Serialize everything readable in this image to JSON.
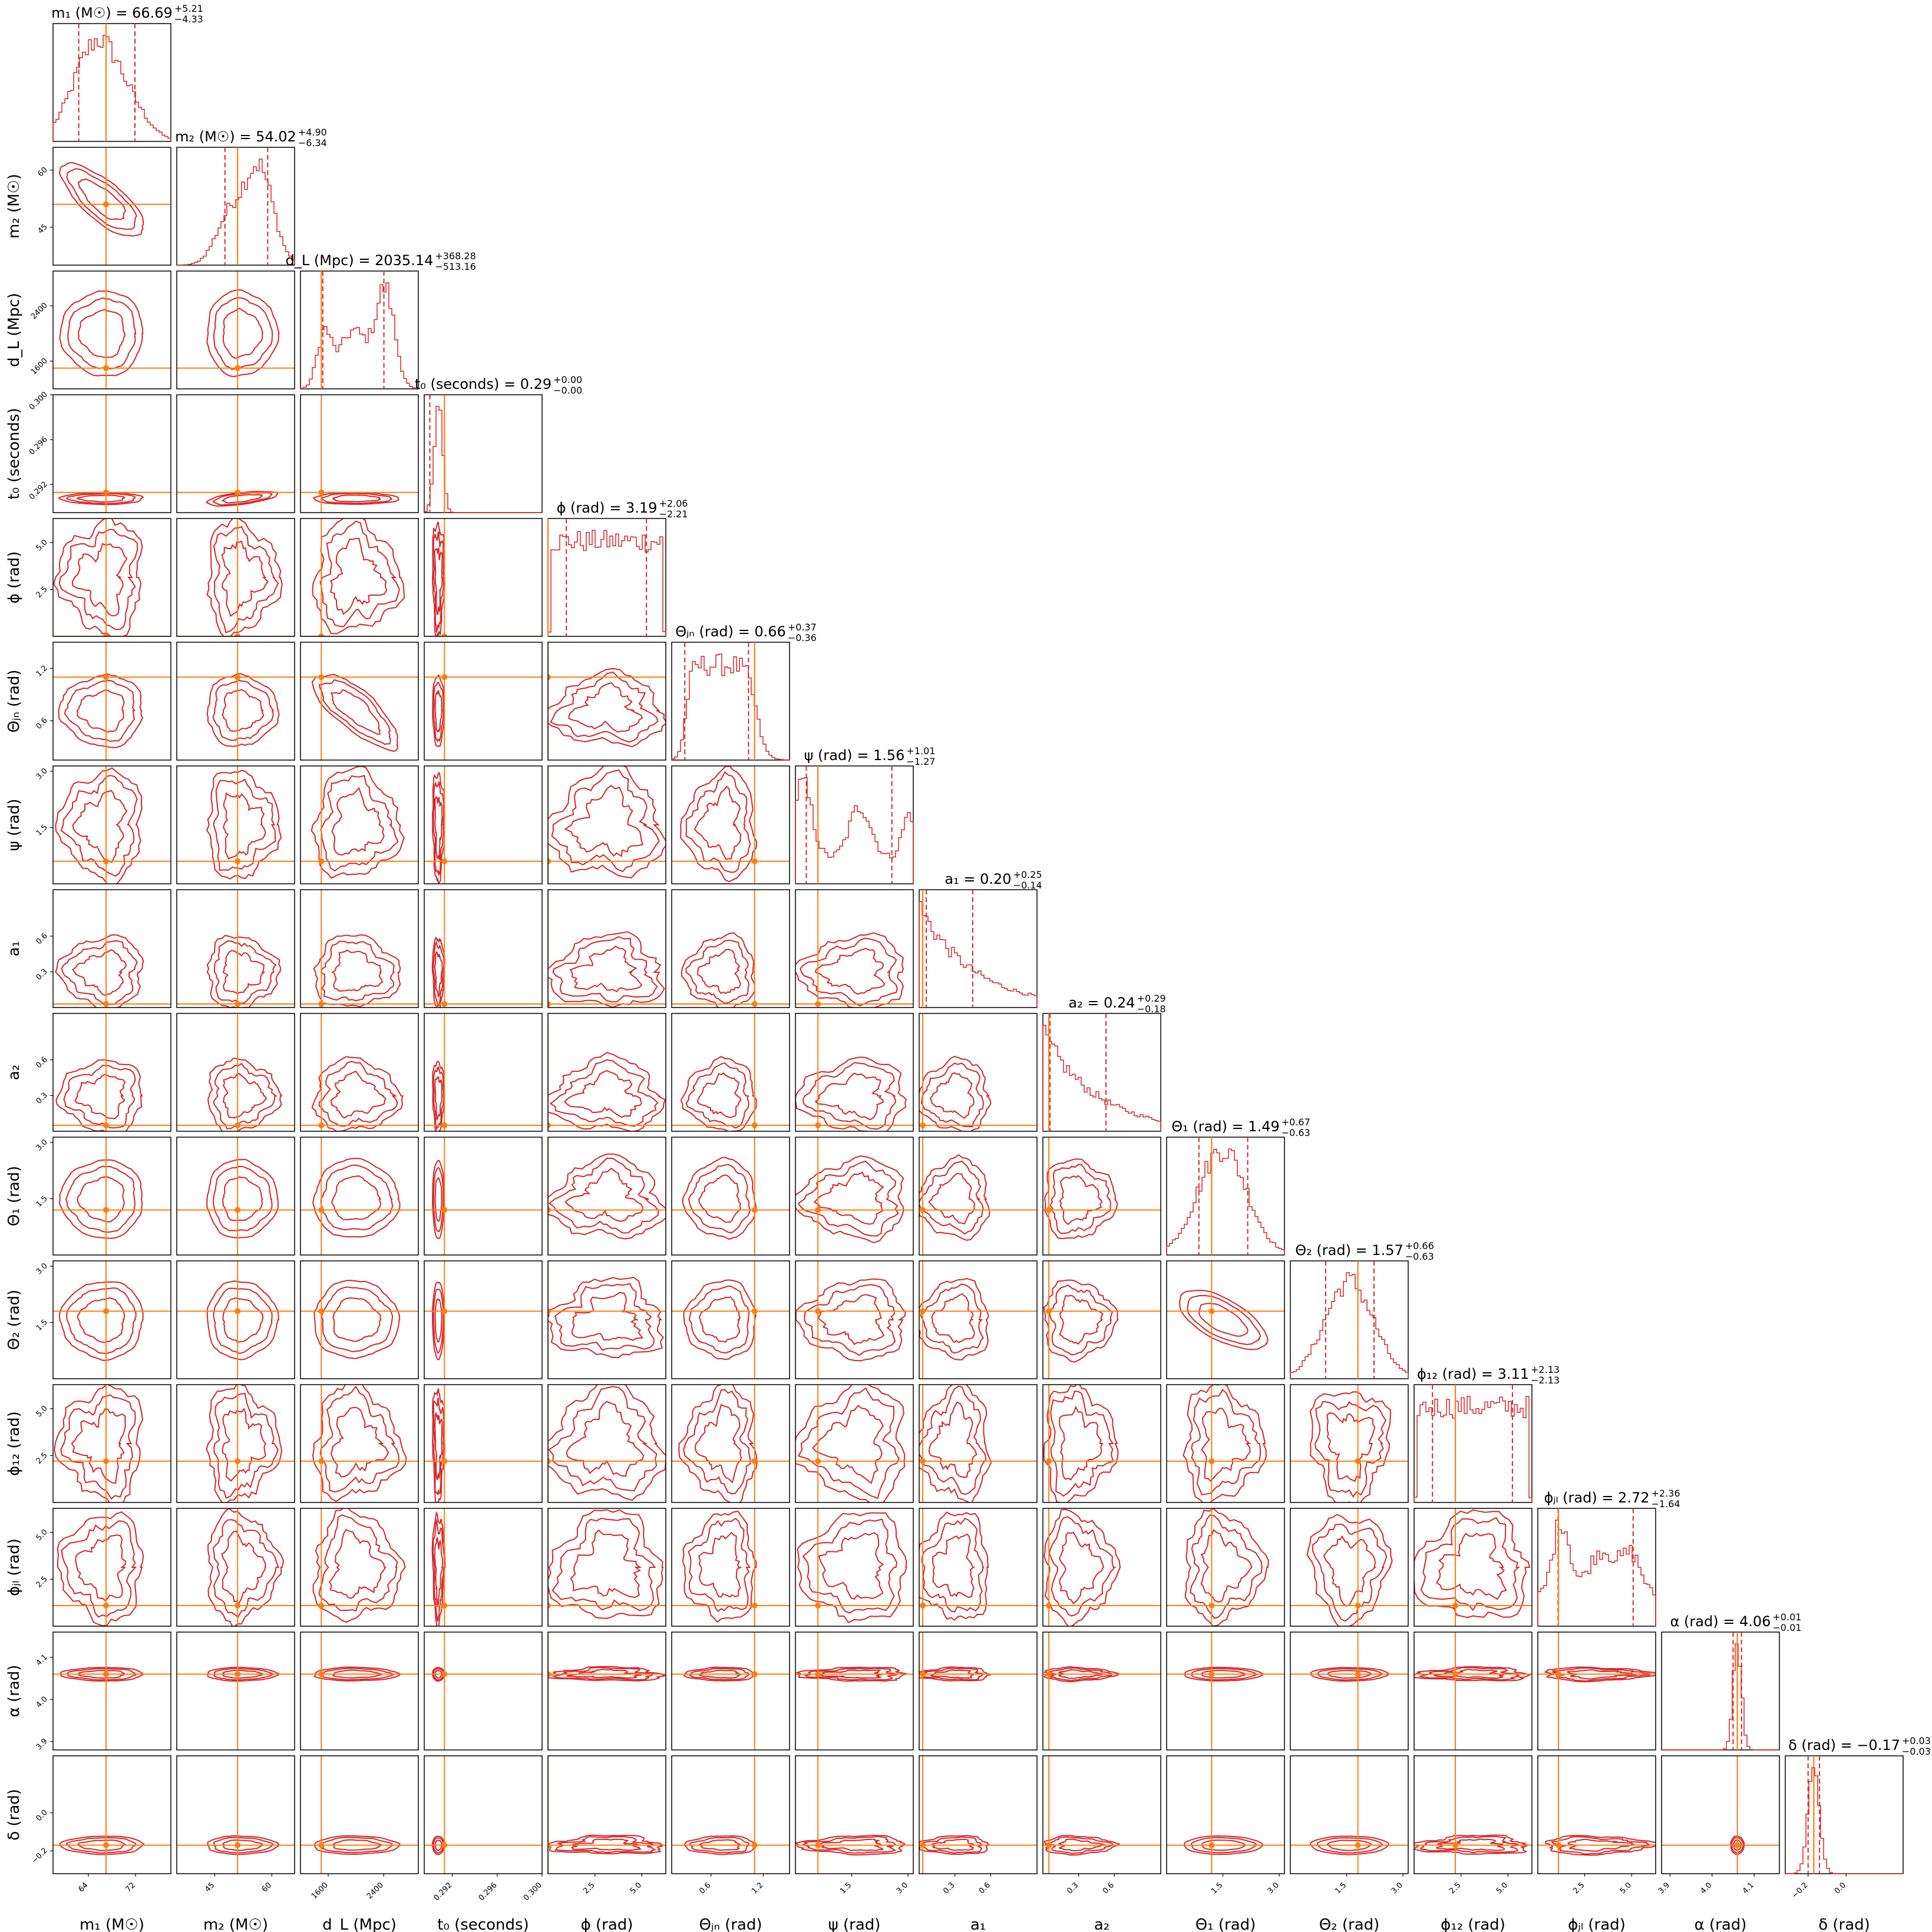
{
  "chart_data": {
    "type": "corner",
    "parameters": [
      {
        "key": "m1",
        "label": "m₁ (M☉)",
        "title": "m₁ (M☉) = 66.69",
        "median": 66.69,
        "err_plus": 5.21,
        "err_minus": 4.33,
        "range": [
          58,
          78
        ],
        "truth": 67.0,
        "ticks": [
          64,
          72
        ],
        "tick_labels": [
          "64",
          "72"
        ],
        "shape": "skew_left"
      },
      {
        "key": "m2",
        "label": "m₂ (M☉)",
        "title": "m₂ (M☉) = 54.02",
        "median": 54.02,
        "err_plus": 4.9,
        "err_minus": 6.34,
        "range": [
          35,
          66
        ],
        "truth": 51.0,
        "ticks": [
          45,
          60
        ],
        "tick_labels": [
          "45",
          "60"
        ],
        "shape": "skew_right"
      },
      {
        "key": "dL",
        "label": "d_L (Mpc)",
        "title": "d_L (Mpc) = 2035.14",
        "median": 2035.14,
        "err_plus": 368.28,
        "err_minus": 513.16,
        "range": [
          1200,
          2900
        ],
        "truth": 1500.0,
        "ticks": [
          1600,
          2400
        ],
        "tick_labels": [
          "1600",
          "2400"
        ],
        "shape": "bimodal_dl"
      },
      {
        "key": "t0",
        "label": "t₀ (seconds)",
        "title": "t₀ (seconds) = 0.29",
        "median": 0.29,
        "err_plus": 0.0,
        "err_minus": 0.0,
        "range": [
          0.2895,
          0.3
        ],
        "truth": 0.2913,
        "ticks": [
          0.292,
          0.296,
          0.3
        ],
        "tick_labels": [
          "0.292",
          "0.296",
          "0.300"
        ],
        "shape": "narrow"
      },
      {
        "key": "phi",
        "label": "ϕ (rad)",
        "title": "ϕ (rad) = 3.19",
        "median": 3.19,
        "err_plus": 2.06,
        "err_minus": 2.21,
        "range": [
          0,
          6.28
        ],
        "truth": 0.0,
        "ticks": [
          2.5,
          5.0
        ],
        "tick_labels": [
          "2.5",
          "5.0"
        ],
        "shape": "flat"
      },
      {
        "key": "thetajn",
        "label": "Θⱼₙ (rad)",
        "title": "Θⱼₙ (rad) = 0.66",
        "median": 0.66,
        "err_plus": 0.37,
        "err_minus": 0.36,
        "range": [
          0.15,
          1.5
        ],
        "truth": 1.1,
        "ticks": [
          0.6,
          1.2
        ],
        "tick_labels": [
          "0.6",
          "1.2"
        ],
        "shape": "plateau"
      },
      {
        "key": "psi",
        "label": "ψ (rad)",
        "title": "ψ (rad) = 1.56",
        "median": 1.56,
        "err_plus": 1.01,
        "err_minus": 1.27,
        "range": [
          0,
          3.14
        ],
        "truth": 0.6,
        "ticks": [
          1.5,
          3.0
        ],
        "tick_labels": [
          "1.5",
          "3.0"
        ],
        "shape": "bimodal_psi"
      },
      {
        "key": "a1",
        "label": "a₁",
        "title": "a₁ = 0.20",
        "median": 0.2,
        "err_plus": 0.25,
        "err_minus": 0.14,
        "range": [
          0,
          0.99
        ],
        "truth": 0.03,
        "ticks": [
          0.3,
          0.6
        ],
        "tick_labels": [
          "0.3",
          "0.6"
        ],
        "shape": "decay"
      },
      {
        "key": "a2",
        "label": "a₂",
        "title": "a₂ = 0.24",
        "median": 0.24,
        "err_plus": 0.29,
        "err_minus": 0.18,
        "range": [
          0,
          0.99
        ],
        "truth": 0.05,
        "ticks": [
          0.3,
          0.6
        ],
        "tick_labels": [
          "0.3",
          "0.6"
        ],
        "shape": "decay"
      },
      {
        "key": "theta1",
        "label": "Θ₁ (rad)",
        "title": "Θ₁ (rad) = 1.49",
        "median": 1.49,
        "err_plus": 0.67,
        "err_minus": 0.63,
        "range": [
          0,
          3.14
        ],
        "truth": 1.2,
        "ticks": [
          1.5,
          3.0
        ],
        "tick_labels": [
          "1.5",
          "3.0"
        ],
        "shape": "gauss"
      },
      {
        "key": "theta2",
        "label": "Θ₂ (rad)",
        "title": "Θ₂ (rad) = 1.57",
        "median": 1.57,
        "err_plus": 0.66,
        "err_minus": 0.63,
        "range": [
          0,
          3.14
        ],
        "truth": 1.8,
        "ticks": [
          1.5,
          3.0
        ],
        "tick_labels": [
          "1.5",
          "3.0"
        ],
        "shape": "gauss"
      },
      {
        "key": "phi12",
        "label": "ϕ₁₂ (rad)",
        "title": "ϕ₁₂ (rad) = 3.11",
        "median": 3.11,
        "err_plus": 2.13,
        "err_minus": 2.13,
        "range": [
          0,
          6.28
        ],
        "truth": 2.2,
        "ticks": [
          2.5,
          5.0
        ],
        "tick_labels": [
          "2.5",
          "5.0"
        ],
        "shape": "flat"
      },
      {
        "key": "phijl",
        "label": "ϕⱼₗ (rad)",
        "title": "ϕⱼₗ (rad) = 2.72",
        "median": 2.72,
        "err_plus": 2.36,
        "err_minus": 1.64,
        "range": [
          0,
          6.28
        ],
        "truth": 1.1,
        "ticks": [
          2.5,
          5.0
        ],
        "tick_labels": [
          "2.5",
          "5.0"
        ],
        "shape": "bimodal_phijl"
      },
      {
        "key": "alpha",
        "label": "α (rad)",
        "title": "α (rad) = 4.06",
        "median": 4.06,
        "err_plus": 0.01,
        "err_minus": 0.01,
        "range": [
          3.88,
          4.16
        ],
        "truth": 4.06,
        "ticks": [
          3.9,
          4.0,
          4.1
        ],
        "tick_labels": [
          "3.9",
          "4.0",
          "4.1"
        ],
        "shape": "gauss"
      },
      {
        "key": "delta",
        "label": "δ (rad)",
        "title": "δ (rad) = −0.17",
        "median": -0.17,
        "err_plus": 0.03,
        "err_minus": 0.03,
        "range": [
          -0.32,
          0.3
        ],
        "truth": -0.17,
        "ticks": [
          -0.2,
          0.0
        ],
        "tick_labels": [
          "−0.2",
          "0.0"
        ],
        "shape": "gauss"
      }
    ],
    "err_plus_labels": [
      "+5.21",
      "+4.90",
      "+368.28",
      "+0.00",
      "+2.06",
      "+0.37",
      "+1.01",
      "+0.25",
      "+0.29",
      "+0.67",
      "+0.66",
      "+2.13",
      "+2.36",
      "+0.01",
      "+0.03"
    ],
    "err_minus_labels": [
      "−4.33",
      "−6.34",
      "−513.16",
      "−0.00",
      "−2.21",
      "−0.36",
      "−1.27",
      "−0.14",
      "−0.18",
      "−0.63",
      "−0.63",
      "−2.13",
      "−1.64",
      "−0.01",
      "−0.03"
    ],
    "colors": {
      "posterior": "#d62728",
      "truth": "#ff7f0e",
      "frame": "#000000"
    },
    "contour_levels": 3,
    "grid": false
  }
}
